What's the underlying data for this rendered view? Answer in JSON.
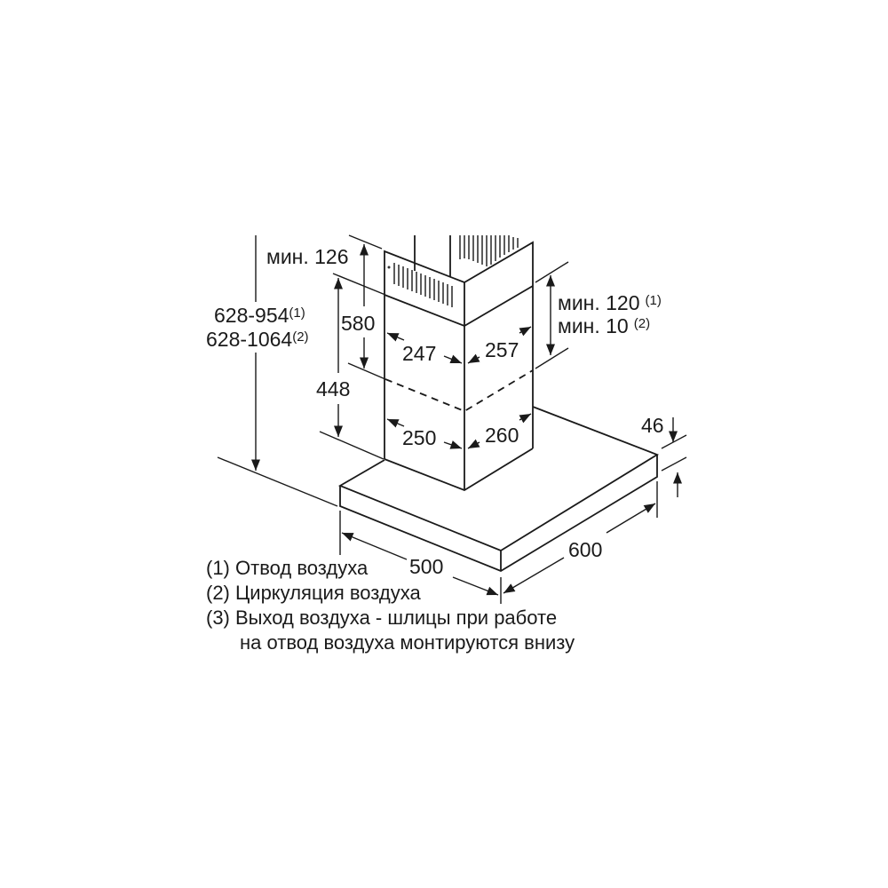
{
  "dimensions": {
    "total_height_line1": "628-954",
    "total_height_line1_note": "(1)",
    "total_height_line2": "628-1064",
    "total_height_line2_note": "(2)",
    "min_top": "мин. 126",
    "upper_chimney": "580",
    "lower_chimney": "448",
    "upper_width": "247",
    "upper_depth": "257",
    "lower_width": "250",
    "lower_depth": "260",
    "min_gap_1": "мин. 120",
    "min_gap_1_note": "(1)",
    "min_gap_2": "мин. 10",
    "min_gap_2_note": "(2)",
    "canopy_height": "46",
    "canopy_depth": "500",
    "canopy_width": "600"
  },
  "legend": [
    "(1) Отвод воздуха",
    "(2) Циркуляция воздуха",
    "(3) Выход воздуха - шлицы при работе",
    "на отвод воздуха монтируются внизу"
  ]
}
